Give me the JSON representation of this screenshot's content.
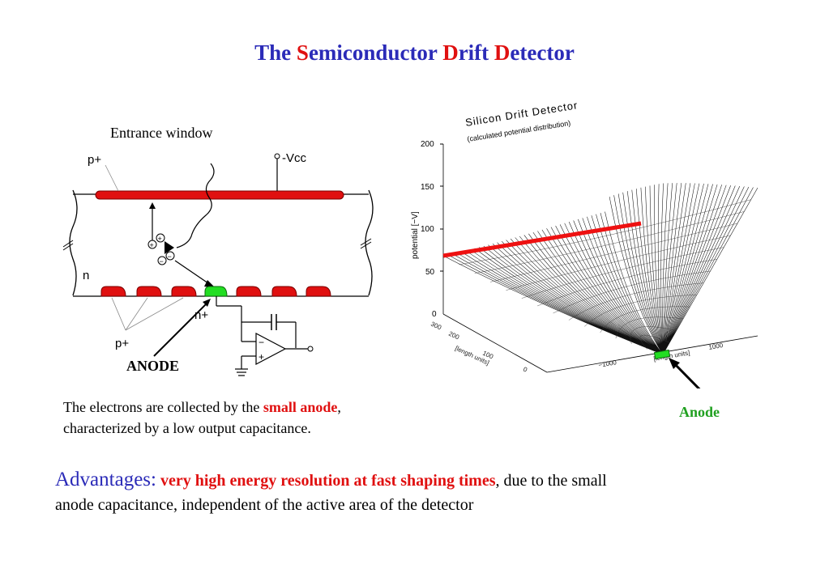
{
  "title": {
    "p1": "The ",
    "p2": "S",
    "p3": "emiconductor ",
    "p4": "D",
    "p5": "rift ",
    "p6": "D",
    "p7": "etector"
  },
  "diagram": {
    "entrance_window": "Entrance window",
    "p_plus_top": "p+",
    "vcc": "-Vcc",
    "n": "n",
    "n_plus": "n+",
    "p_plus_bottom": "p+",
    "anode": "ANODE",
    "plus_sign": "+",
    "minus_sign": "−",
    "colors": {
      "red_electrode": "#e01010",
      "anode": "#22dd22"
    }
  },
  "plot3d": {
    "title": "Silicon Drift Detector",
    "subtitle": "(calculated potential distribution)",
    "z_label": "potential [−V]",
    "z_ticks": [
      "200",
      "150",
      "100",
      "50",
      "0"
    ],
    "y_label": "[length units]",
    "y_ticks": [
      "300",
      "200",
      "100",
      "0"
    ],
    "x_ticks": [
      "−1000",
      "1000"
    ],
    "x_axis_text": "[length units]"
  },
  "caption": {
    "line1_a": "The electrons are collected by the ",
    "line1_b": "small anode",
    "line1_c": ",",
    "line2": "characterized by a low output capacitance."
  },
  "anode_label": "Anode",
  "advantages": {
    "head": "Advantages:",
    "highlight": "very high energy resolution at fast shaping times",
    "rest1": ", due to the small",
    "rest2": "anode capacitance, independent of the active area of the detector"
  }
}
